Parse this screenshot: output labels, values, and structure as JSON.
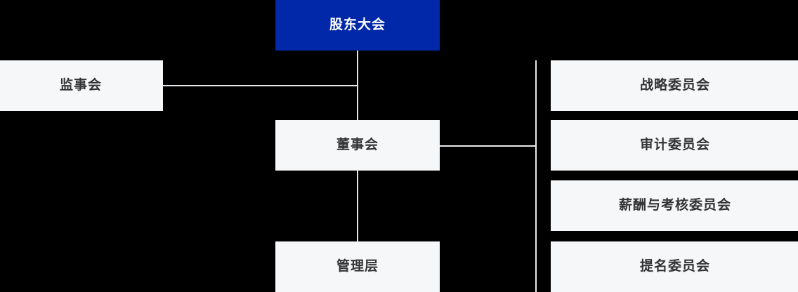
{
  "chart_data": {
    "type": "diagram",
    "subtype": "organization-chart",
    "title": "",
    "orientation": "top-down",
    "colors": {
      "background": "#000000",
      "node_fill": "#F6F7F9",
      "node_text": "#333333",
      "primary_fill": "#0028A8",
      "primary_text": "#FFFFFF",
      "connector": "#E6E8EA"
    },
    "nodes": [
      {
        "id": "shareholders",
        "label": "股东大会",
        "level": 0,
        "style": "primary"
      },
      {
        "id": "supervisors",
        "label": "监事会",
        "level": 1,
        "style": "plain"
      },
      {
        "id": "board",
        "label": "董事会",
        "level": 1,
        "style": "plain"
      },
      {
        "id": "management",
        "label": "管理层",
        "level": 2,
        "style": "plain"
      },
      {
        "id": "committee-0",
        "label": "战略委员会",
        "level": 2,
        "style": "plain"
      },
      {
        "id": "committee-1",
        "label": "审计委员会",
        "level": 2,
        "style": "plain"
      },
      {
        "id": "committee-2",
        "label": "薪酬与考核委员会",
        "level": 2,
        "style": "plain"
      },
      {
        "id": "committee-3",
        "label": "提名委员会",
        "level": 2,
        "style": "plain"
      }
    ],
    "edges": [
      {
        "from": "shareholders",
        "to": "board"
      },
      {
        "from": "shareholders",
        "to": "supervisors"
      },
      {
        "from": "board",
        "to": "management"
      },
      {
        "from": "board",
        "to": "committee-0"
      },
      {
        "from": "board",
        "to": "committee-1"
      },
      {
        "from": "board",
        "to": "committee-2"
      },
      {
        "from": "board",
        "to": "committee-3"
      }
    ]
  },
  "nodes": {
    "shareholders": {
      "label": "股东大会"
    },
    "supervisors": {
      "label": "监事会"
    },
    "board": {
      "label": "董事会"
    },
    "management": {
      "label": "管理层"
    },
    "committees": [
      {
        "label": "战略委员会"
      },
      {
        "label": "审计委员会"
      },
      {
        "label": "薪酬与考核委员会"
      },
      {
        "label": "提名委员会"
      }
    ]
  }
}
